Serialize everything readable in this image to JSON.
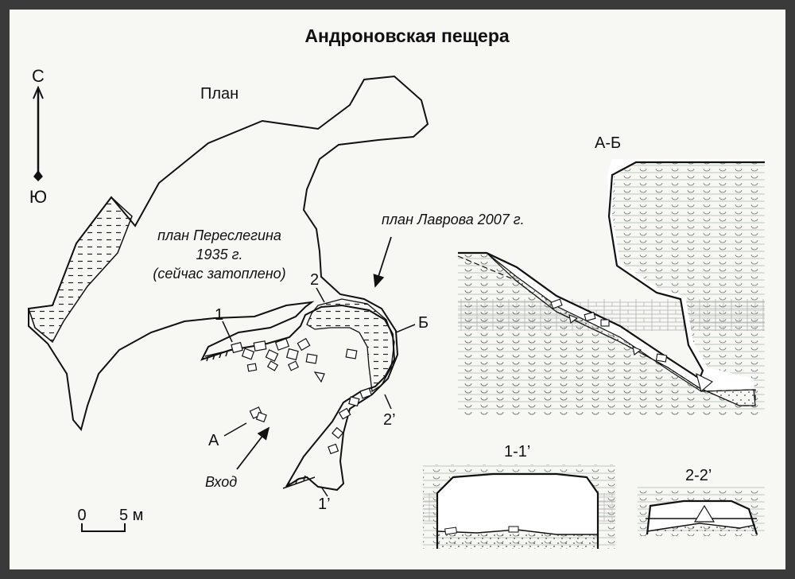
{
  "title": "Андроновская пещера",
  "plan_heading": "План",
  "compass": {
    "north": "С",
    "south": "Ю"
  },
  "annotations": {
    "pereslegin_line1": "план Переслегина",
    "pereslegin_line2": "1935 г.",
    "pereslegin_line3": "(сейчас затоплено)",
    "lavrov": "план Лаврова 2007 г.",
    "entrance": "Вход"
  },
  "points": {
    "p1": "1",
    "p1p": "1’",
    "p2": "2",
    "p2p": "2’",
    "a": "А",
    "b": "Б"
  },
  "sections": {
    "ab": "А-Б",
    "s11": "1-1’",
    "s22": "2-2’"
  },
  "scale": {
    "zero": "0",
    "five": "5 м"
  },
  "colors": {
    "frame": "#3a3a3a",
    "background": "#f7f7f3",
    "ink": "#111111",
    "water_line": "#b9c9bd"
  }
}
